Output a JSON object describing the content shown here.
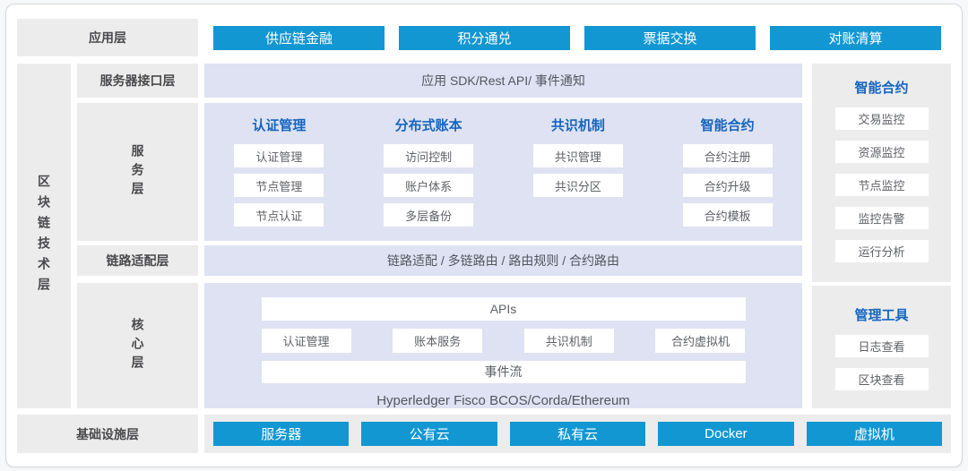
{
  "colors": {
    "accent_blue": "#1397d3",
    "header_blue": "#1565c0",
    "lavender": "#dfe2f2",
    "panel_gray": "#ececec",
    "label_text": "#4a4a4d",
    "item_text": "#5f6167",
    "card_border": "#d8d8d8"
  },
  "app_layer": {
    "label": "应用层",
    "buttons": [
      "供应链金融",
      "积分通兑",
      "票据交换",
      "对账清算"
    ]
  },
  "tech_layer": {
    "label": "区块链技术层"
  },
  "interface_row": {
    "label": "服务器接口层",
    "content": "应用 SDK/Rest API/ 事件通知"
  },
  "service_row": {
    "label": "服务层",
    "columns": [
      {
        "header": "认证管理",
        "items": [
          "认证管理",
          "节点管理",
          "节点认证"
        ]
      },
      {
        "header": "分布式账本",
        "items": [
          "访问控制",
          "账户体系",
          "多层备份"
        ]
      },
      {
        "header": "共识机制",
        "items": [
          "共识管理",
          "共识分区"
        ]
      },
      {
        "header": "智能合约",
        "items": [
          "合约注册",
          "合约升级",
          "合约模板"
        ]
      }
    ]
  },
  "link_row": {
    "label": "链路适配层",
    "content": "链路适配 / 多链路由 / 路由规则 / 合约路由"
  },
  "core_row": {
    "label": "核心层",
    "apis_bar": "APIs",
    "modules": [
      "认证管理",
      "账本服务",
      "共识机制",
      "合约虚拟机"
    ],
    "event_bar": "事件流",
    "platforms": "Hyperledger Fisco BCOS/Corda/Ethereum"
  },
  "right_rail": {
    "monitoring": {
      "title": "智能合约",
      "items": [
        "交易监控",
        "资源监控",
        "节点监控",
        "监控告警",
        "运行分析"
      ]
    },
    "tools": {
      "title": "管理工具",
      "items": [
        "日志查看",
        "区块查看"
      ]
    }
  },
  "infra_layer": {
    "label": "基础设施层",
    "buttons": [
      "服务器",
      "公有云",
      "私有云",
      "Docker",
      "虚拟机"
    ]
  }
}
